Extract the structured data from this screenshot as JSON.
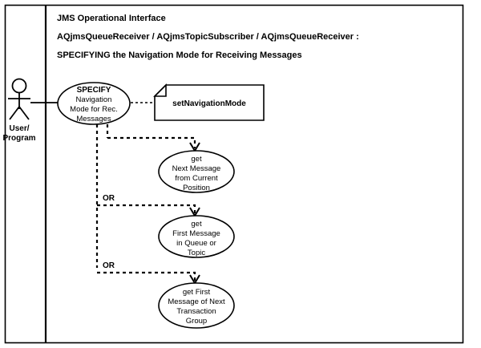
{
  "diagram": {
    "kind": "uml-use-case-diagram",
    "colors": {
      "stroke": "#000000",
      "background": "#ffffff",
      "fill": "#ffffff"
    },
    "title": {
      "line1": "JMS Operational Interface",
      "line2": "AQjmsQueueReceiver / AQjmsTopicSubscriber / AQjmsQueueReceiver   :",
      "line3": "SPECIFYING the Navigation Mode for Receiving Messages"
    },
    "actor": {
      "icon": "stick-figure-actor-icon",
      "label_line1": "User/",
      "label_line2": "Program"
    },
    "primary_use_case": {
      "line1": "SPECIFY",
      "line2": "Navigation",
      "line3": "Mode for Rec.",
      "line4": "Messages"
    },
    "note": {
      "text": "setNavigationMode"
    },
    "alternatives": [
      {
        "line1": "get",
        "line2": "Next Message",
        "line3": "from Current",
        "line4": "Position"
      },
      {
        "line1": "get",
        "line2": "First Message",
        "line3": "in Queue or",
        "line4": "Topic"
      },
      {
        "line1": "get First",
        "line2": "Message of Next",
        "line3": "Transaction",
        "line4": "Group"
      }
    ],
    "or_labels": {
      "first": "OR",
      "second": "OR"
    }
  }
}
